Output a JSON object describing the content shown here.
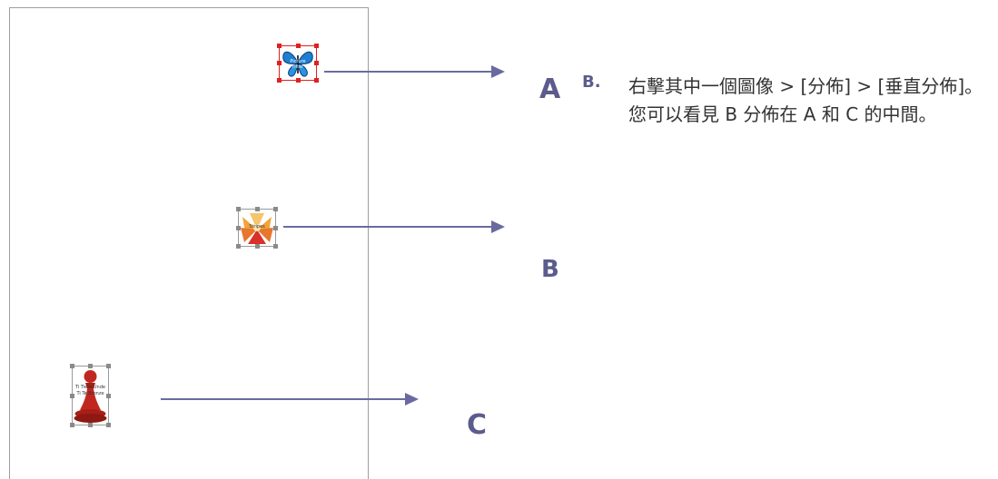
{
  "labels": {
    "a": "A",
    "b": "B",
    "c": "C"
  },
  "step": {
    "number": "B.",
    "text": "右擊其中一個圖像 > [分佈] > [垂直分佈]。您可以看見 B 分佈在 A 和 C 的中間。"
  },
  "images": {
    "butterfly": {
      "caption": "Picture Filter"
    },
    "spark": {
      "caption": "Stripes"
    },
    "pawn": {
      "caption_line1": "Ti Tiete Unde",
      "caption_line2": "Ti Te Bronze"
    }
  },
  "colors": {
    "accent": "#5b5b8e",
    "arrow": "#6a6aa0",
    "selected": "#e02020",
    "handle": "#8a8a8a"
  }
}
